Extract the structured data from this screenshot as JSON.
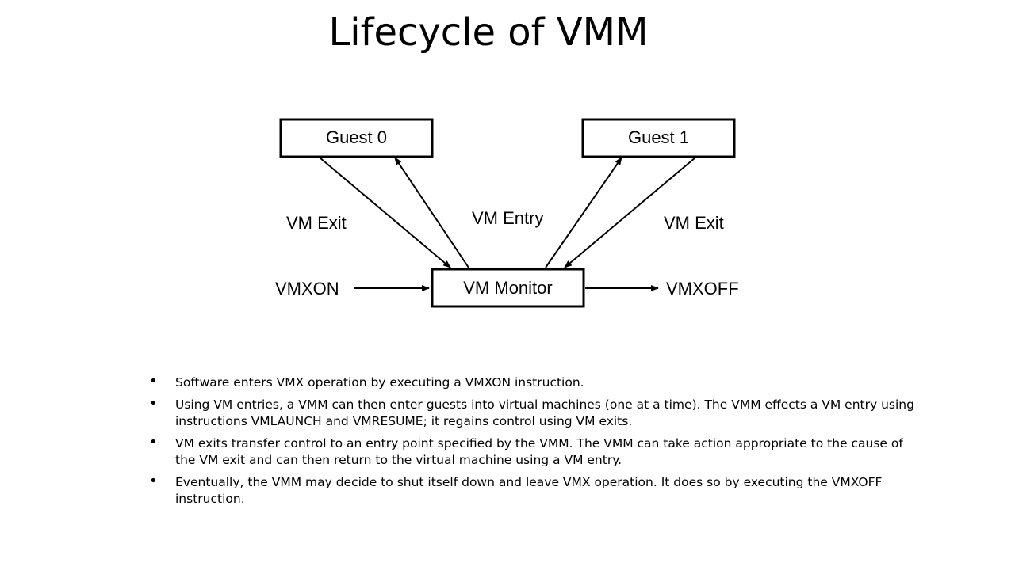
{
  "slide": {
    "title": "Lifecycle of VMM"
  },
  "diagram": {
    "nodes": {
      "guest0": "Guest 0",
      "guest1": "Guest 1",
      "monitor": "VM Monitor"
    },
    "labels": {
      "vm_exit_left": "VM Exit",
      "vm_entry": "VM Entry",
      "vm_exit_right": "VM Exit",
      "vmxon": "VMXON",
      "vmxoff": "VMXOFF"
    }
  },
  "bullets": [
    "Software enters VMX operation by executing a VMXON instruction.",
    "Using VM entries, a VMM can then enter guests into virtual machines (one at a time). The VMM effects a VM entry using instructions VMLAUNCH and VMRESUME; it regains control using VM exits.",
    "VM exits transfer control to an entry point specified by the VMM. The VMM can take action appropriate to the cause of the VM exit and can then return to the virtual machine using a VM entry.",
    "Eventually, the VMM may decide to shut itself down and leave VMX operation. It does so by executing the VMXOFF instruction."
  ]
}
